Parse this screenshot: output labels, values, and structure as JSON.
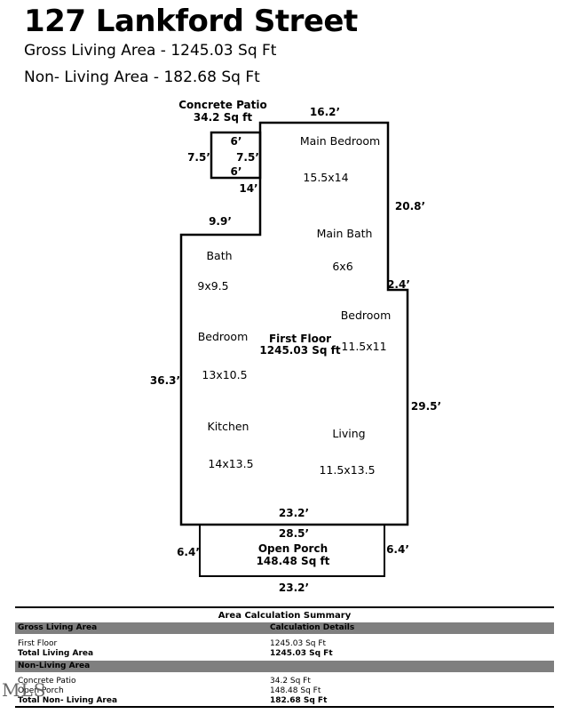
{
  "header": {
    "title": "127 Lankford Street",
    "gross_living": "Gross Living Area - 1245.03 Sq Ft",
    "non_living": "Non- Living Area - 182.68 Sq Ft"
  },
  "plan": {
    "patio_name": "Concrete Patio",
    "patio_area": "34.2 Sq ft",
    "floor_name": "First Floor",
    "floor_area": "1245.03 Sq ft",
    "porch_name": "Open Porch",
    "porch_area": "148.48 Sq ft",
    "rooms": [
      {
        "name": "Main Bedroom",
        "size": "15.5x14"
      },
      {
        "name": "Main Bath",
        "size": "6x6"
      },
      {
        "name": "Bath",
        "size": "9x9.5"
      },
      {
        "name": "Bedroom",
        "size": "11.5x11"
      },
      {
        "name": "Bedroom",
        "size": "13x10.5"
      },
      {
        "name": "Kitchen",
        "size": "14x13.5"
      },
      {
        "name": "Living",
        "size": "11.5x13.5"
      }
    ],
    "dims": {
      "top": "16.2’",
      "right_upper": "20.8’",
      "jog": "2.4’",
      "right_lower": "29.5’",
      "left": "36.3’",
      "bottom_floor": "23.2’",
      "step": "9.9’",
      "patio_top": "6’",
      "patio_left": "7.5’",
      "patio_inner": "7.5’",
      "patio_bottom": "6’",
      "patio_side": "14’",
      "porch_top": "28.5’",
      "porch_left": "6.4’",
      "porch_right": "6.4’",
      "porch_bottom": "23.2’"
    }
  },
  "summary": {
    "caption": "Area Calculation Summary",
    "gla_header": "Gross Living Area",
    "calc_header": "Calculation Details",
    "first_floor_label": "First Floor",
    "first_floor_value": "1245.03 Sq Ft",
    "total_living_label": "Total Living Area",
    "total_living_value": "1245.03 Sq Ft",
    "nla_header": "Non-Living Area",
    "patio_label": "Concrete Patio",
    "patio_value": "34.2 Sq Ft",
    "porch_label": "Open Porch",
    "porch_value": "148.48 Sq Ft",
    "total_non_living_label": "Total Non- Living Area",
    "total_non_living_value": "182.68 Sq Ft"
  },
  "watermark": "MLS"
}
